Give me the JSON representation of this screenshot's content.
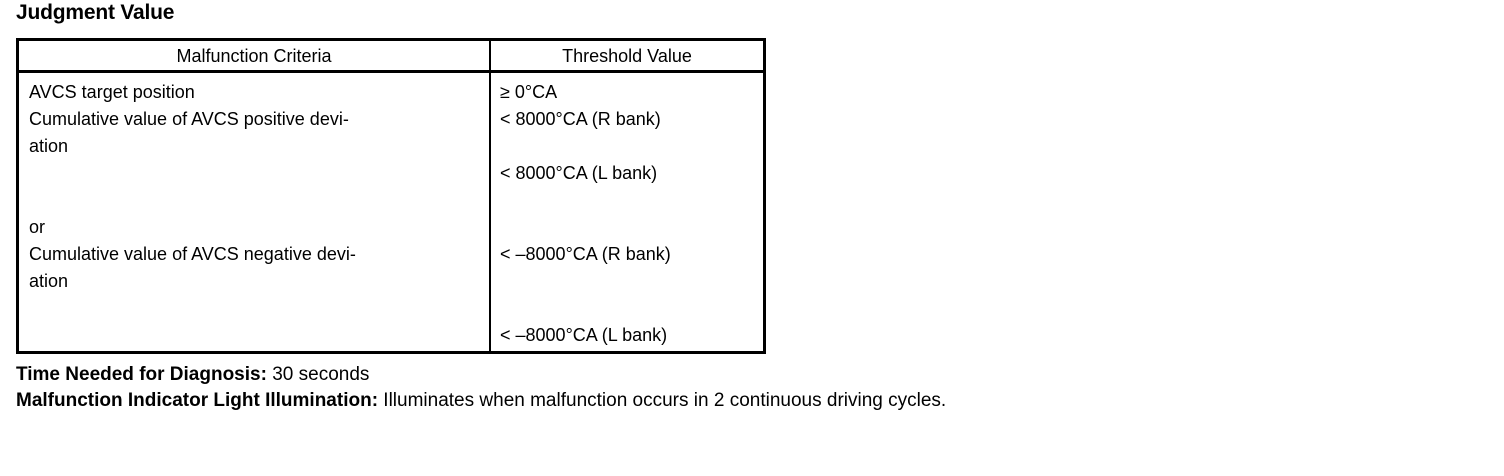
{
  "page_title": "Judgment Value",
  "table": {
    "headers": {
      "criteria": "Malfunction Criteria",
      "threshold": "Threshold Value"
    },
    "criteria_lines": [
      "AVCS target position",
      "Cumulative value of AVCS positive devi-",
      "ation",
      "",
      "",
      "or",
      "Cumulative value of AVCS negative devi-",
      "ation",
      "",
      ""
    ],
    "threshold_lines": [
      "≥ 0°CA",
      "< 8000°CA (R bank)",
      "",
      "< 8000°CA (L bank)",
      "",
      "",
      "< –8000°CA (R bank)",
      "",
      "",
      "< –8000°CA (L bank)"
    ]
  },
  "footer": {
    "time_label": "Time Needed for Diagnosis:",
    "time_value": " 30 seconds",
    "mil_label": "Malfunction Indicator Light Illumination:",
    "mil_value": " Illuminates when malfunction occurs in 2 continuous driving cycles."
  },
  "colors": {
    "ink": "#000000",
    "paper": "#ffffff"
  }
}
